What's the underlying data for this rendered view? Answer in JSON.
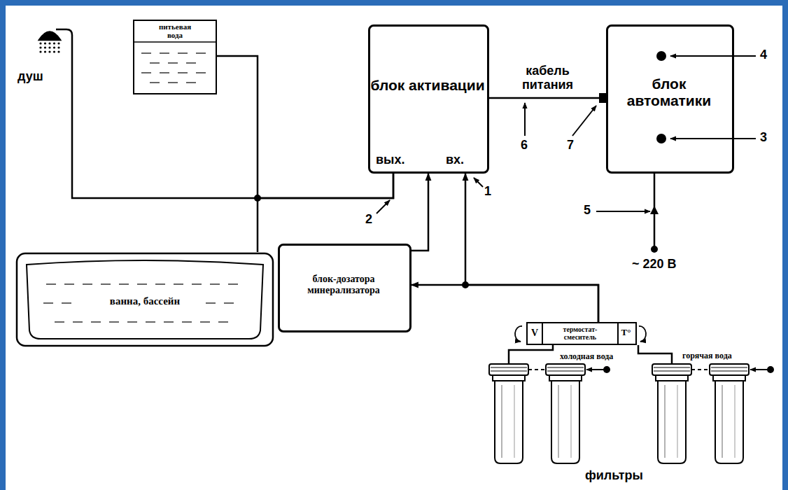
{
  "diagram": {
    "nodes": [
      {
        "text": [
          "питьевая вода"
        ]
      },
      {
        "text": [
          "блок активации",
          "вых.",
          "вх."
        ]
      },
      {
        "text": [
          "блок автоматики"
        ]
      },
      {
        "text": [
          "ванна, бассейн"
        ]
      },
      {
        "text": [
          "блок-дозатора минерализатора"
        ]
      },
      {
        "text": [
          "V",
          "термостат-смеситель",
          "T°"
        ]
      }
    ],
    "edges": [
      {
        "from": 5,
        "to": 1,
        "arrow": "to"
      },
      {
        "from": 5,
        "to": 4,
        "arrow": "to"
      },
      {
        "from": 4,
        "to": 1,
        "arrow": "to"
      },
      {
        "from": 1,
        "to": 0,
        "arrow": "none"
      },
      {
        "from": 1,
        "to": 3,
        "arrow": "none"
      },
      {
        "from": 1,
        "to": 2,
        "arrow": "none",
        "label": "кабель питания"
      }
    ],
    "labels": [
      "душ",
      "4",
      "6",
      "7",
      "3",
      "2",
      "1",
      "5",
      "~ 220 В",
      "холодная вода",
      "горячая вода",
      "фильтры"
    ]
  }
}
